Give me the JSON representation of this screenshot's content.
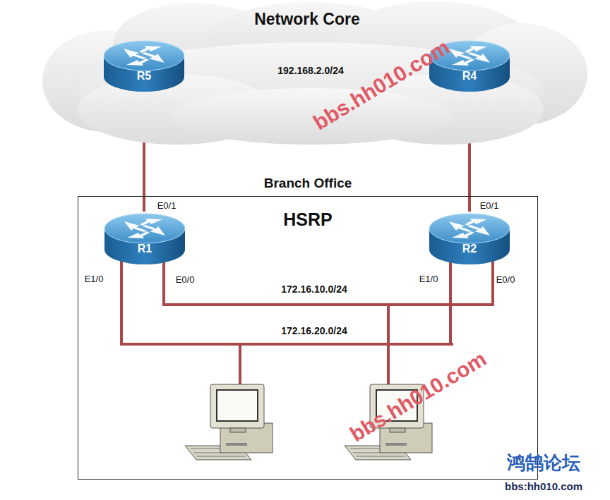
{
  "diagram": {
    "nodes": [
      {
        "text": [
          "Network Core"
        ]
      },
      {
        "text": [
          "R5"
        ],
        "in": 0
      },
      {
        "text": [
          "R4"
        ],
        "in": 0
      },
      {
        "text": [
          "Branch Office",
          "HSRP"
        ]
      },
      {
        "text": [
          "R1"
        ],
        "in": 3
      },
      {
        "text": [
          "R2"
        ],
        "in": 3
      }
    ],
    "edges": [
      {
        "from": 1,
        "to": 2,
        "arrow": "none",
        "label": "192.168.2.0/24"
      },
      {
        "from": 1,
        "to": 4,
        "arrow": "none"
      },
      {
        "from": 2,
        "to": 5,
        "arrow": "none"
      }
    ],
    "labels": [
      "bbs.hh010.com",
      "172.16.10.0/24",
      "172.16.20.0/24",
      "E0/1",
      "E1/0",
      "E0/0",
      "E0/1",
      "E1/0",
      "E0/0",
      "bbs.hh010.com",
      "鸿鹄论坛",
      "bbs:hh010.com"
    ]
  }
}
